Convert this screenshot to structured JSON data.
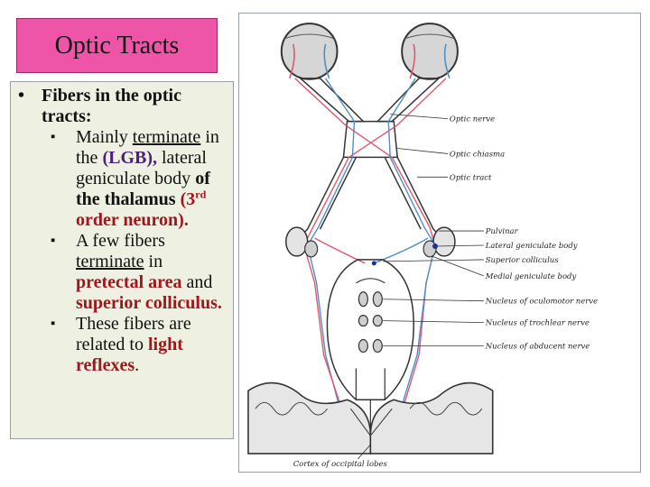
{
  "slide": {
    "title": "Optic Tracts",
    "bullet1": "Fibers in the optic tracts:",
    "sub1": {
      "a": "Mainly ",
      "b": "terminate",
      "c": " in the ",
      "d": "(LGB),",
      "e": " lateral geniculate body ",
      "f": "of the thalamus ",
      "g": "(3",
      "h": "rd",
      "i": " order neuron)."
    },
    "sub2": {
      "a": "A few fibers ",
      "b": "terminate",
      "c": " in ",
      "d": "pretectal area",
      "e": " and ",
      "f": "superior colliculus."
    },
    "sub3": {
      "a": "These fibers are related to ",
      "b": "light reflexes",
      "c": "."
    }
  },
  "diagram": {
    "labels": {
      "optic_nerve": "Optic nerve",
      "optic_chiasma": "Optic chiasma",
      "optic_tract": "Optic tract",
      "pulvinar": "Pulvinar",
      "lgb": "Lateral geniculate body",
      "sup_coll": "Superior colliculus",
      "mgb": "Medial geniculate body",
      "n3": "Nucleus of oculomotor nerve",
      "n4": "Nucleus of trochlear nerve",
      "n6": "Nucleus of abducent nerve",
      "cortex": "Cortex of occipital lobes"
    },
    "colors": {
      "pink": "#e0576f",
      "blue": "#4d8fc9",
      "ink": "#333333",
      "dot": "#1b2fa0"
    }
  }
}
